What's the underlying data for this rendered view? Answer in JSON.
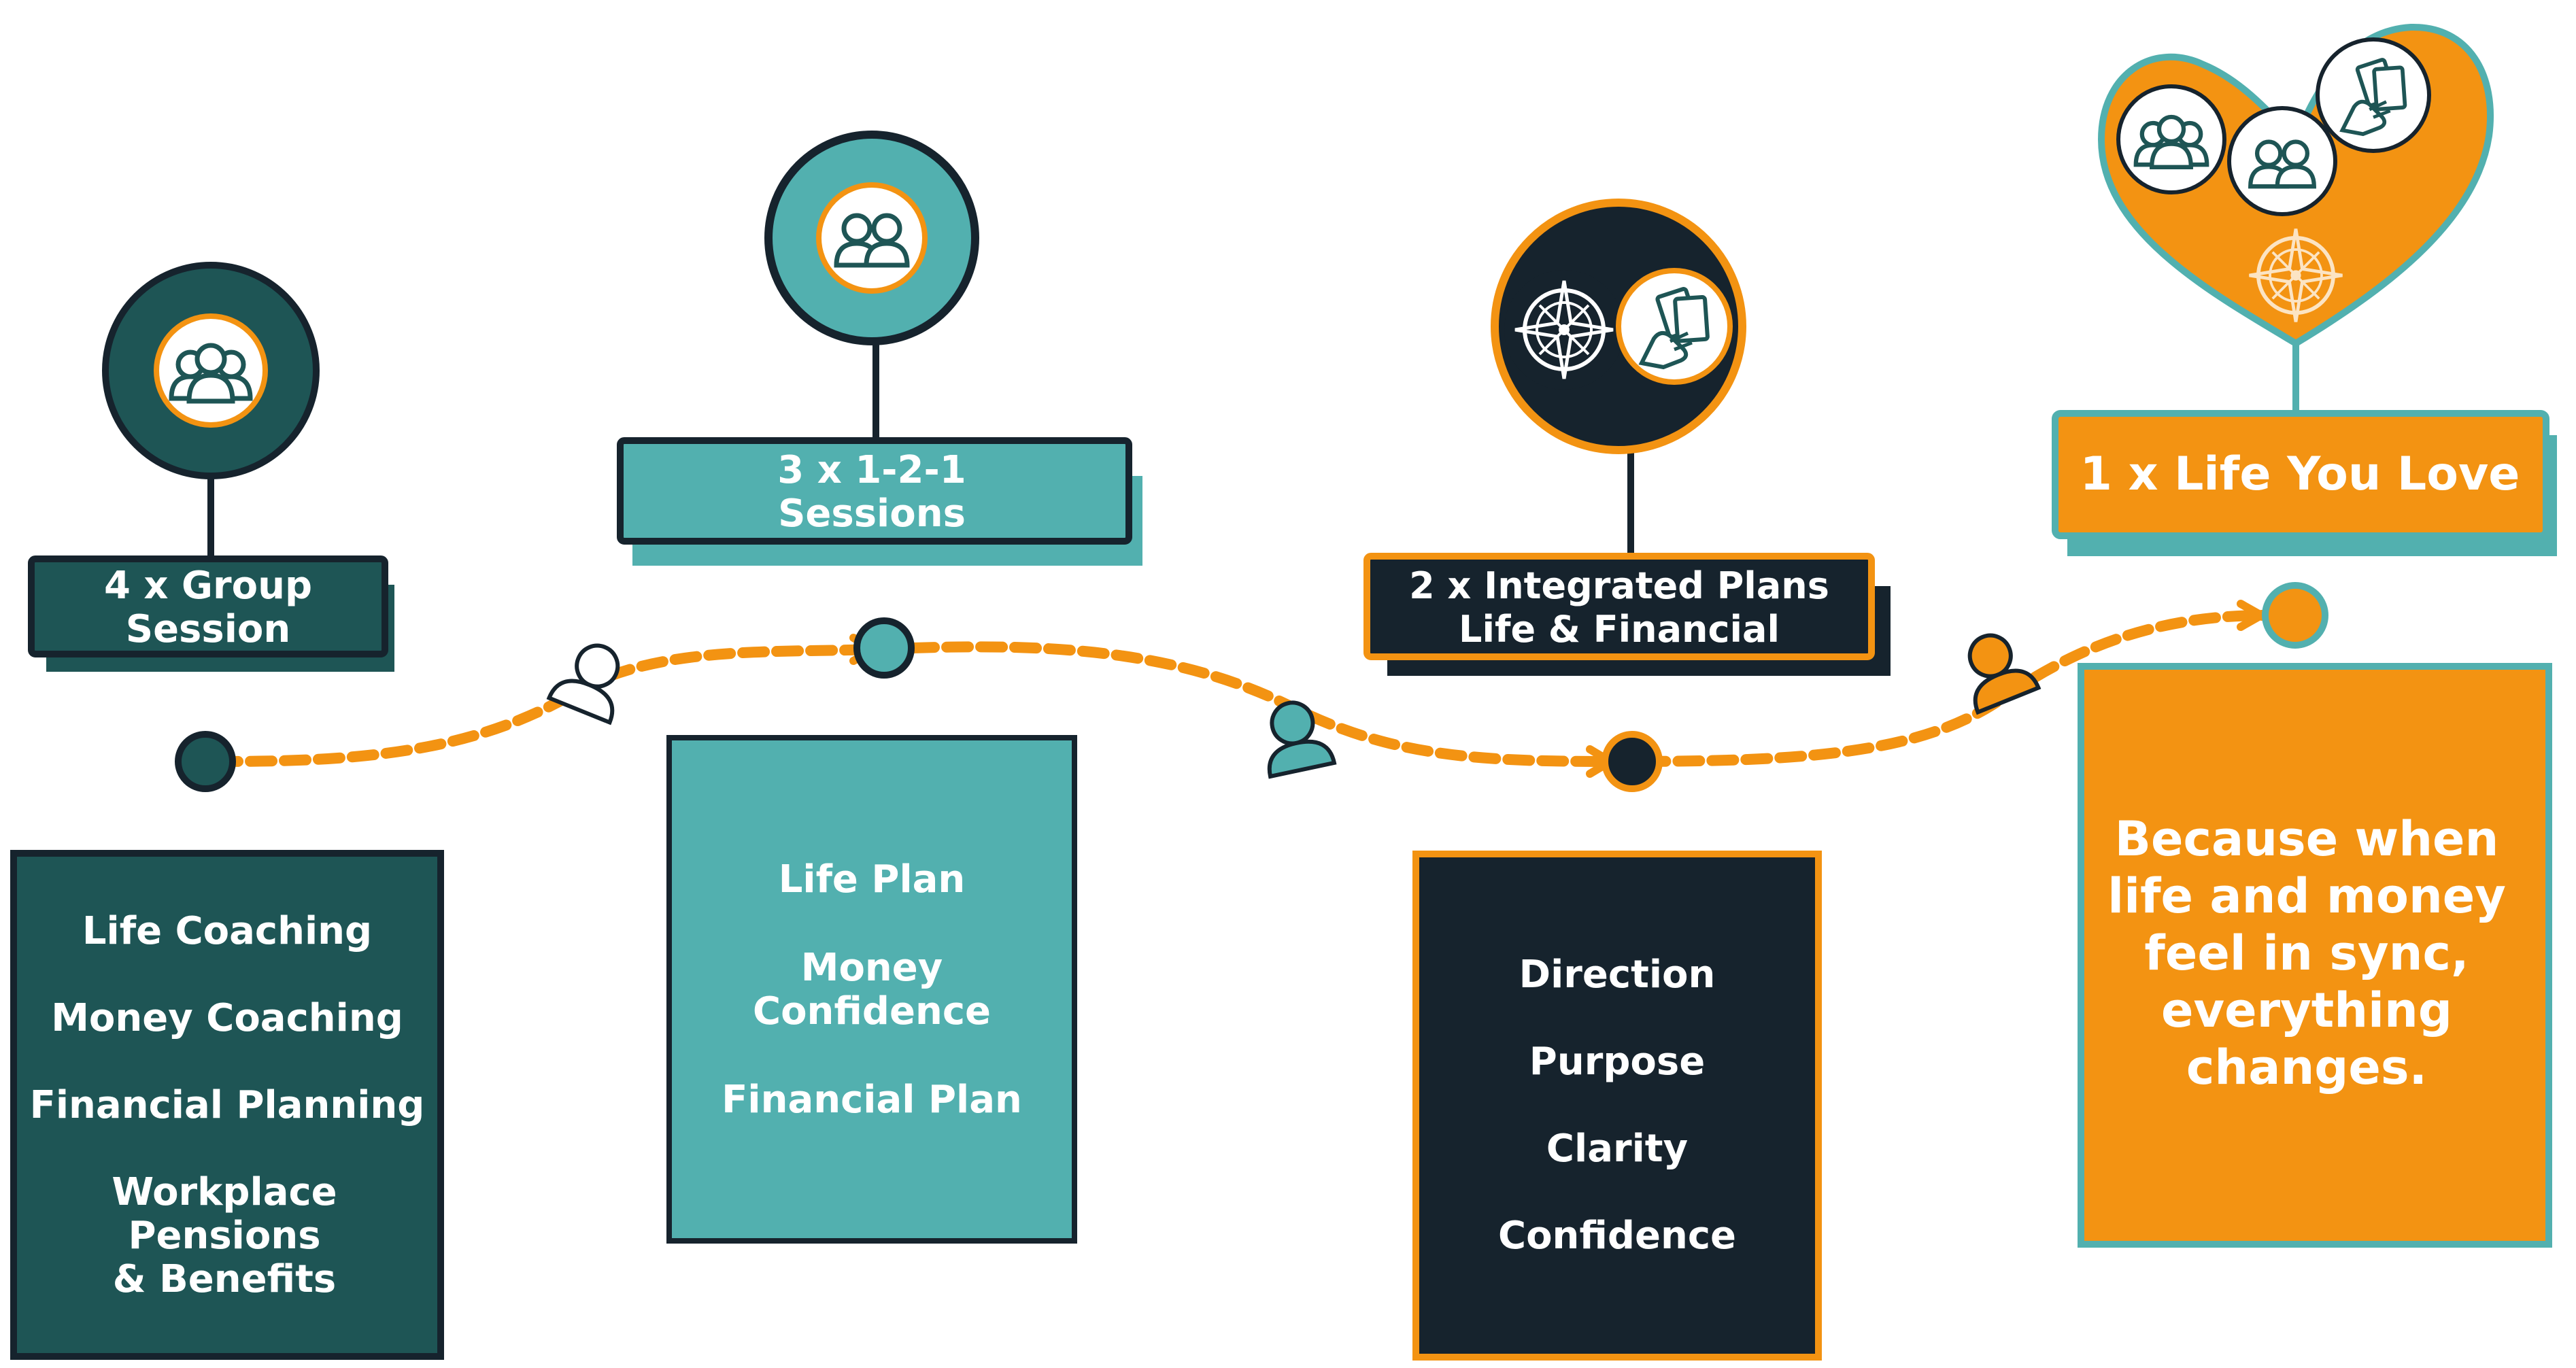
{
  "colors": {
    "dark_teal": "#1E5555",
    "teal": "#52B0AF",
    "navy": "#16232D",
    "orange": "#F39312",
    "outline": "#16232D",
    "white": "#FFFFFF"
  },
  "stages": [
    {
      "title_lines": [
        "4 x Group",
        "Session"
      ],
      "icon": "group-icon",
      "items": [
        "Life Coaching",
        "Money Coaching",
        "Financial Planning",
        "Workplace",
        "Pensions",
        "& Benefits"
      ]
    },
    {
      "title_lines": [
        "3 x 1-2-1",
        "Sessions"
      ],
      "icon": "pair-icon",
      "items": [
        "Life Plan",
        "Money",
        "Confidence",
        "Financial Plan"
      ]
    },
    {
      "title_lines": [
        "2 x Integrated Plans",
        "Life & Financial"
      ],
      "icons": [
        "compass-icon",
        "money-hand-icon"
      ],
      "items": [
        "Direction",
        "Purpose",
        "Clarity",
        "Confidence"
      ]
    },
    {
      "title_lines": [
        "1 x Life You Love"
      ],
      "icons": [
        "group-icon",
        "pair-icon",
        "money-hand-icon",
        "compass-icon"
      ],
      "items": [
        "Because when",
        "life and money",
        "feel in sync,",
        "everything",
        "changes."
      ]
    }
  ],
  "journey_icons": [
    "person-outline-icon",
    "person-teal-icon",
    "person-orange-icon"
  ]
}
